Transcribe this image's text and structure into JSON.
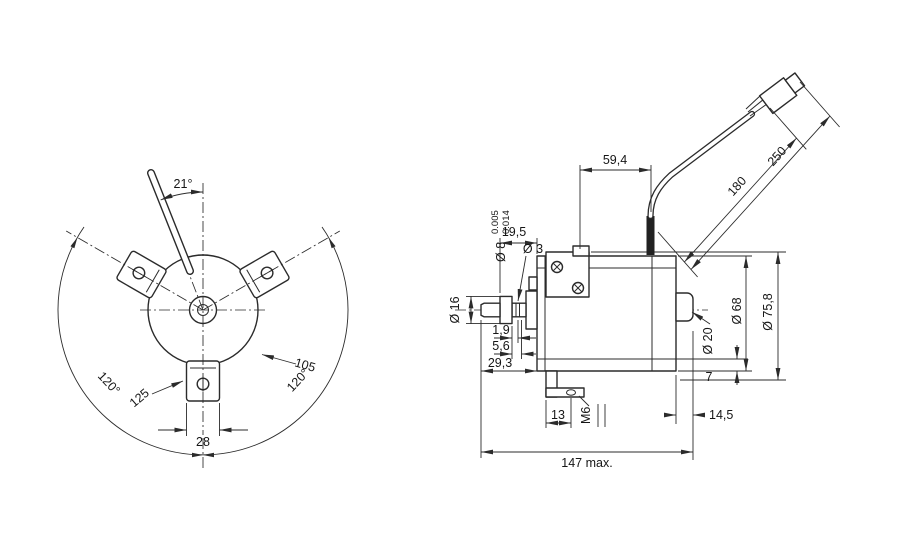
{
  "colors": {
    "background": "#ffffff",
    "line": "#2b2b2b"
  },
  "drawing": {
    "front_view": {
      "lever_angle": "21°",
      "arc_left": "120°",
      "arc_right": "120°",
      "dia_bolt_circle": "105",
      "dia_outer": "125",
      "tab_width": "28"
    },
    "side_view": {
      "offset_59_4": "59,4",
      "cable_180": "180",
      "cable_250": "250",
      "shaft_19_5": "19,5",
      "hole_dia": "Ø 3",
      "shaft_dia": "Ø 8",
      "shaft_tol_1": "0.005",
      "shaft_tol_2": "0.014",
      "collar_dia": "Ø 16",
      "step_1_9": "1,9",
      "step_5_6": "5,6",
      "shaft_len": "29,3",
      "foot_13": "13",
      "thread": "M6",
      "boss_dia": "Ø 20",
      "body_dia": "Ø 68",
      "overall_dia": "Ø 75,8",
      "rib_7": "7",
      "rear_14_5": "14,5",
      "total_length": "147 max."
    }
  }
}
